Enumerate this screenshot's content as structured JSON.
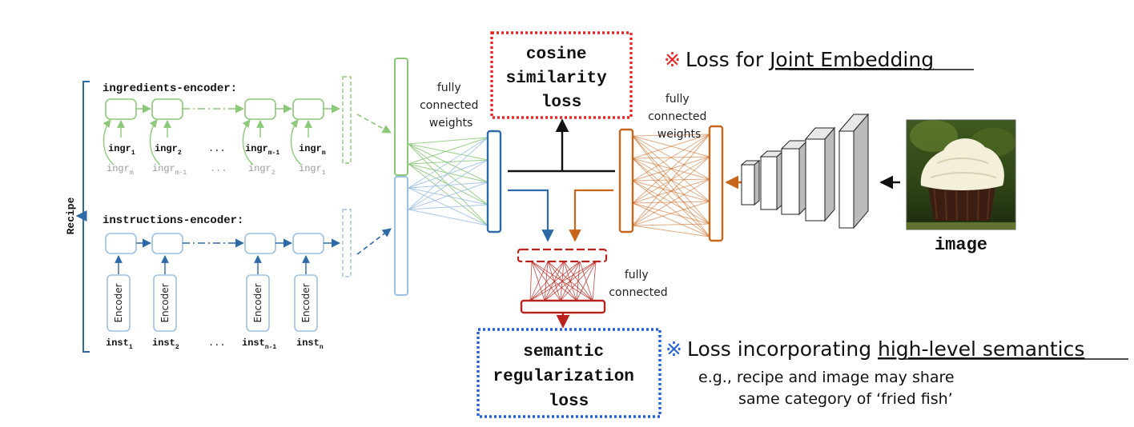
{
  "recipe": {
    "side_label": "Recipe",
    "ingredients_title": "ingredients-encoder:",
    "instructions_title": "instructions-encoder:",
    "ingredients_top": [
      {
        "base": "ingr",
        "sub": "1"
      },
      {
        "base": "ingr",
        "sub": "2"
      },
      {
        "base": "...",
        "sub": ""
      },
      {
        "base": "ingr",
        "sub": "m-1"
      },
      {
        "base": "ingr",
        "sub": "m"
      }
    ],
    "ingredients_bottom": [
      {
        "base": "ingr",
        "sub": "m"
      },
      {
        "base": "ingr",
        "sub": "m-1"
      },
      {
        "base": "...",
        "sub": ""
      },
      {
        "base": "ingr",
        "sub": "2"
      },
      {
        "base": "ingr",
        "sub": "1"
      }
    ],
    "instructions_bottom": [
      {
        "base": "inst",
        "sub": "1"
      },
      {
        "base": "inst",
        "sub": "2"
      },
      {
        "base": "...",
        "sub": ""
      },
      {
        "base": "inst",
        "sub": "n-1"
      },
      {
        "base": "inst",
        "sub": "n"
      }
    ],
    "encoder_label": "Encoder"
  },
  "labels": {
    "fc_left": [
      "fully",
      "connected",
      "weights"
    ],
    "fc_right": [
      "fully",
      "connected",
      "weights"
    ],
    "fc_bottom": [
      "fully",
      "connected"
    ],
    "image": "image"
  },
  "cosine_box": [
    "cosine",
    "similarity",
    "loss"
  ],
  "semantic_box": [
    "semantic",
    "regularization",
    "loss"
  ],
  "notes": {
    "joint": {
      "mark": "※",
      "prefix": "Loss for ",
      "underlined": "Joint Embedding"
    },
    "semantic": {
      "mark": "※",
      "prefix": "Loss incorporating ",
      "underlined": "high-level semantics"
    },
    "example_line1": "e.g., recipe and image may share",
    "example_line2": "same category of ‘fried fish’"
  },
  "colors": {
    "green": "#8bc878",
    "blue": "#2e6aa8",
    "light_blue": "#9cc0e4",
    "orange": "#c8651b",
    "red": "#b8231d",
    "red_dotted": "#ee2222",
    "blue_dotted": "#1f5fe0",
    "text": "#111111",
    "gray_text": "#999999"
  }
}
